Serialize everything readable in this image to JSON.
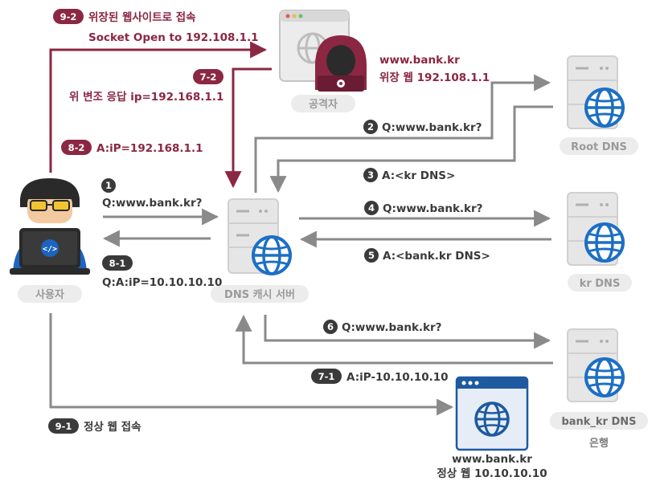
{
  "nodes": {
    "attacker": {
      "label": "공격자",
      "site": "www.bank.kr",
      "desc": "위장 웹 192.108.1.1"
    },
    "user": {
      "label": "사용자"
    },
    "dns_cache": {
      "label": "DNS 캐시 서버"
    },
    "root_dns": {
      "label": "Root DNS"
    },
    "kr_dns": {
      "label": "kr DNS"
    },
    "bank_dns": {
      "label": "bank_kr DNS",
      "sub": "은행"
    },
    "real_web": {
      "site": "www.bank.kr",
      "desc": "정상 웹 10.10.10.10"
    }
  },
  "steps": [
    {
      "id": "s1",
      "num": "1",
      "text": "Q:www.bank.kr?"
    },
    {
      "id": "s2",
      "num": "2",
      "text": "Q:www.bank.kr?"
    },
    {
      "id": "s3",
      "num": "3",
      "text": "A:<kr DNS>"
    },
    {
      "id": "s4",
      "num": "4",
      "text": "Q:www.bank.kr?"
    },
    {
      "id": "s5",
      "num": "5",
      "text": "A:<bank.kr DNS>"
    },
    {
      "id": "s6",
      "num": "6",
      "text": "Q:www.bank.kr?"
    },
    {
      "id": "s71",
      "num": "7-1",
      "text": "A:iP-10.10.10.10"
    },
    {
      "id": "s72",
      "num": "7-2",
      "text": "위 변조 응답 ip=192.168.1.1"
    },
    {
      "id": "s81",
      "num": "8-1",
      "text": "Q:A:iP=10.10.10.10"
    },
    {
      "id": "s82",
      "num": "8-2",
      "text": "A:iP=192.168.1.1"
    },
    {
      "id": "s91",
      "num": "9-1",
      "text": "정상 웹 접속"
    },
    {
      "id": "s92",
      "num": "9-2",
      "text": "위장된 웹사이트로 접속",
      "text2": "Socket Open to 192.108.1.1"
    }
  ],
  "colors": {
    "gray_line": "#8a8a8a",
    "red_line": "#8b2743",
    "badge_dark": "#3a3a3a",
    "badge_red": "#8b2743",
    "server_light": "#e6e6e6",
    "globe_blue": "#1d6fc4",
    "site_blue": "#1d5aa0",
    "user_skin": "#f3c9a0",
    "user_hair": "#2a2a2a",
    "user_shirt": "#1c64c2",
    "hacker_hood": "#8b2743"
  }
}
